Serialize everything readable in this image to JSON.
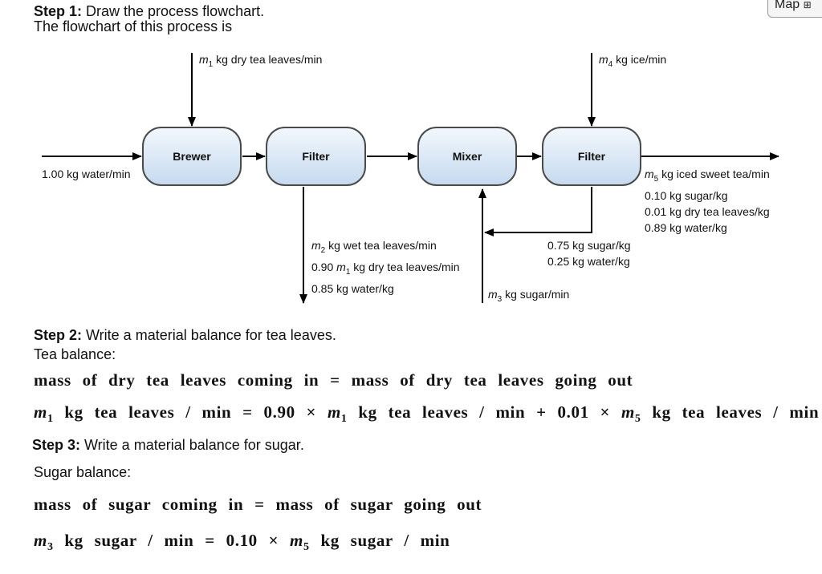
{
  "header": {
    "step1_bold": "Step 1:",
    "step1_text": " Draw the process flowchart.",
    "intro": "The flowchart of this process is"
  },
  "map_button": {
    "label": "Map",
    "icon": "tree-map-icon"
  },
  "flowchart": {
    "units": {
      "brewer": "Brewer",
      "filter1": "Filter",
      "mixer": "Mixer",
      "filter2": "Filter"
    },
    "streams": {
      "tea_in": {
        "var": "m",
        "sub": "1",
        "text": " kg dry tea leaves/min"
      },
      "ice_in": {
        "var": "m",
        "sub": "4",
        "text": " kg ice/min"
      },
      "water_in": "1.00 kg water/min",
      "wet_leaves": {
        "line1_var": "m",
        "line1_sub": "2",
        "line1_text": " kg wet tea leaves/min",
        "line2_pre": "0.90 ",
        "line2_var": "m",
        "line2_sub": "1",
        "line2_text": " kg dry tea leaves/min",
        "line3": "0.85 kg water/kg"
      },
      "recycle": {
        "line1": "0.75 kg sugar/kg",
        "line2": "0.25 kg water/kg"
      },
      "sugar_in": {
        "var": "m",
        "sub": "3",
        "text": " kg sugar/min"
      },
      "product": {
        "line1_var": "m",
        "line1_sub": "5",
        "line1_text": " kg iced sweet tea/min",
        "line2": "0.10 kg sugar/kg",
        "line3": "0.01 kg dry tea leaves/kg",
        "line4": "0.89 kg water/kg"
      }
    }
  },
  "step2": {
    "bold": "Step 2:",
    "text": " Write a material balance for tea leaves.",
    "label": "Tea balance:",
    "eq1": "mass of dry tea leaves coming in = mass of dry tea leaves going out",
    "eq2": {
      "m1": "m",
      "s1": "1",
      "t1": " kg tea leaves / min = 0.90 × ",
      "m2": "m",
      "s2": "1",
      "t2": " kg tea leaves / min + 0.01 × ",
      "m3": "m",
      "s3": "5",
      "t3": " kg tea leaves / min"
    }
  },
  "step3": {
    "bold": "Step 3:",
    "text": " Write a material balance for sugar.",
    "label": "Sugar balance:",
    "eq1": "mass of sugar coming in = mass of sugar going out",
    "eq2": {
      "m1": "m",
      "s1": "3",
      "t1": " kg sugar / min = 0.10 × ",
      "m2": "m",
      "s2": "5",
      "t2": " kg sugar / min"
    }
  }
}
